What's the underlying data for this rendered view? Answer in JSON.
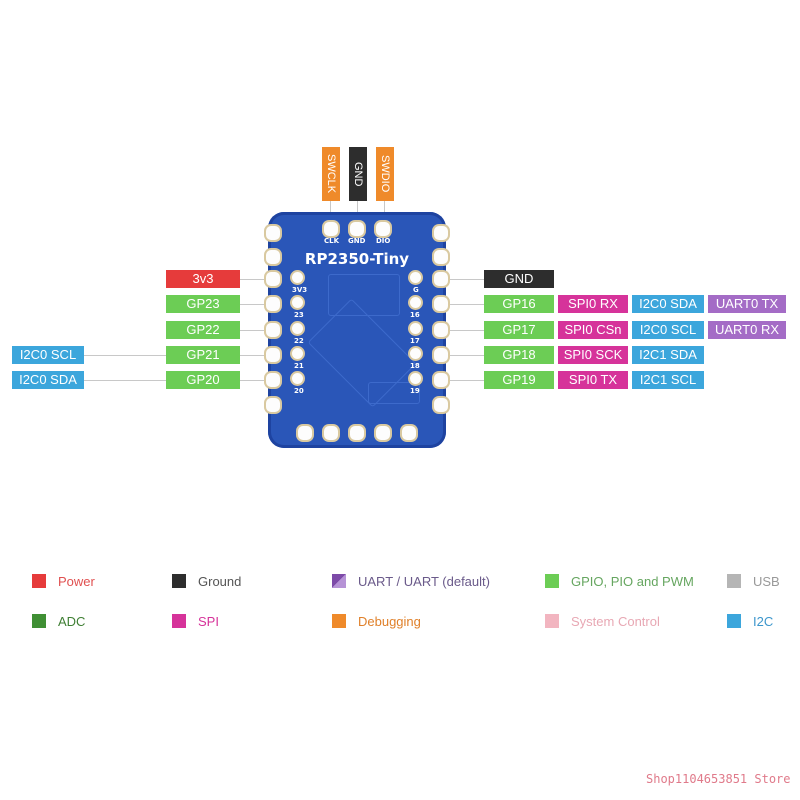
{
  "colors": {
    "power": "#e63b3b",
    "ground": "#2d2d2d",
    "uart": "#a46cc6",
    "gpio": "#6ccd55",
    "usb": "#b5b5b5",
    "adc": "#3f8f34",
    "spi": "#d6339a",
    "debugging": "#ef8a2a",
    "system_control": "#f2b5c0",
    "i2c": "#3ca6dc"
  },
  "board": {
    "title": "RP2350-Tiny",
    "top_pins": [
      "CLK",
      "GND",
      "DIO"
    ],
    "left_pin_numbers": [
      "3V3",
      "23",
      "22",
      "21",
      "20"
    ],
    "right_pin_numbers": [
      "G",
      "16",
      "17",
      "18",
      "19"
    ]
  },
  "top_labels": [
    "SWCLK",
    "GND",
    "SWDIO"
  ],
  "left_labels": {
    "power": "3v3",
    "gpio": [
      "GP23",
      "GP22",
      "GP21",
      "GP20"
    ],
    "i2c": [
      "I2C0 SCL",
      "I2C0 SDA"
    ]
  },
  "right_labels": {
    "ground": "GND",
    "gpio": [
      "GP16",
      "GP17",
      "GP18",
      "GP19"
    ],
    "spi": [
      "SPI0 RX",
      "SPI0 CSn",
      "SPI0 SCK",
      "SPI0 TX"
    ],
    "i2c": [
      "I2C0 SDA",
      "I2C0 SCL",
      "I2C1 SDA",
      "I2C1 SCL"
    ],
    "uart": [
      "UART0 TX",
      "UART0 RX"
    ]
  },
  "legend": {
    "power": "Power",
    "ground": "Ground",
    "uart": "UART / UART (default)",
    "gpio": "GPIO, PIO and PWM",
    "usb": "USB",
    "adc": "ADC",
    "spi": "SPI",
    "debugging": "Debugging",
    "system_control": "System Control",
    "i2c": "I2C"
  },
  "watermark": "Shop1104653851 Store"
}
